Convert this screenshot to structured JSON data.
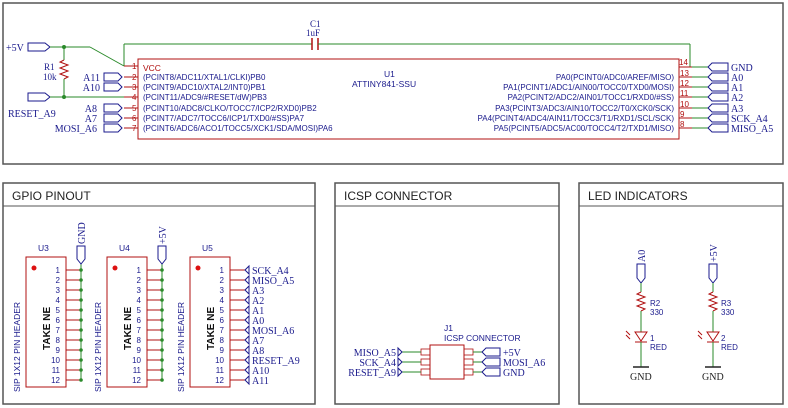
{
  "top": {
    "power_label": "+5V",
    "r1": {
      "ref": "R1",
      "val": "10k"
    },
    "c1": {
      "ref": "C1",
      "val": "1uF"
    },
    "u1": {
      "ref": "U1",
      "part": "ATTINY841-SSU",
      "vcc": "VCC"
    },
    "left_labels": [
      "A11",
      "A10",
      "A9",
      "A8",
      "A7",
      "MOSI_A6"
    ],
    "reset_label": "RESET_A9",
    "left_pin_nums": [
      "1",
      "2",
      "3",
      "4",
      "5",
      "6",
      "7"
    ],
    "left_pin_text": [
      "(PCINT8/ADC11/XTAL1/CLKI)PB0",
      "(PCINT9/ADC10/XTAL2/INT0)PB1",
      "(PCINT11/ADC9/#RESET/dW)PB3",
      "(PCINT10/ADC8/CLKO/TOCC7/ICP2/RXD0)PB2",
      "(PCINT7/ADC7/TOCC6/ICP1/TXD0/#SS)PA7",
      "(PCINT6/ADC6/ACO1/TOCC5/XCK1/SDA/MOSI)PA6"
    ],
    "right_pin_nums": [
      "14",
      "13",
      "12",
      "11",
      "10",
      "9",
      "8"
    ],
    "right_pin_text": [
      "PA0(PCINT0/ADC0/AREF/MISO)",
      "PA1(PCINT1/ADC1/AIN00/TOCC0/TXD0/MOSI)",
      "PA2(PCINT2/ADC2/AIN01/TOCC1/RXD0/#SS)",
      "PA3(PCINT3/ADC3/AIN10/TOCC2/T0/XCK0/SCK)",
      "PA4(PCINT4/ADC4/AIN11/TOCC3/T1/RXD1/SCL/SCK)",
      "PA5(PCINT5/ADC5/AC00/TOCC4/T2/TXD1/MISO)"
    ],
    "right_labels": [
      "GND",
      "A0",
      "A1",
      "A2",
      "A3",
      "SCK_A4",
      "MISO_A5"
    ]
  },
  "gpio": {
    "title": "GPIO PINOUT",
    "header_type": "SIP 1X12 PIN HEADER",
    "logo": "TAKE NE",
    "u3": {
      "ref": "U3",
      "power": "GND"
    },
    "u4": {
      "ref": "U4",
      "power": "+5V"
    },
    "u5": {
      "ref": "U5",
      "labels": [
        "SCK_A4",
        "MISO_A5",
        "A3",
        "A2",
        "A1",
        "A0",
        "MOSI_A6",
        "A7",
        "A8",
        "RESET_A9",
        "A10",
        "A11"
      ]
    },
    "pin_nums": [
      "1",
      "2",
      "3",
      "4",
      "5",
      "6",
      "7",
      "8",
      "9",
      "10",
      "11",
      "12"
    ]
  },
  "icsp": {
    "title": "ICSP CONNECTOR",
    "ref": "J1",
    "name": "ICSP CONNECTOR",
    "left_labels": [
      "MISO_A5",
      "SCK_A4",
      "RESET_A9"
    ],
    "right_labels": [
      "+5V",
      "MOSI_A6",
      "GND"
    ]
  },
  "led": {
    "title": "LED INDICATORS",
    "ch1": {
      "net": "A0",
      "r": "R2",
      "rval": "330",
      "pin1": "1",
      "color": "RED",
      "gnd": "GND"
    },
    "ch2": {
      "net": "+5V",
      "r": "R3",
      "rval": "330",
      "pin1": "2",
      "color": "RED",
      "gnd": "GND"
    }
  }
}
